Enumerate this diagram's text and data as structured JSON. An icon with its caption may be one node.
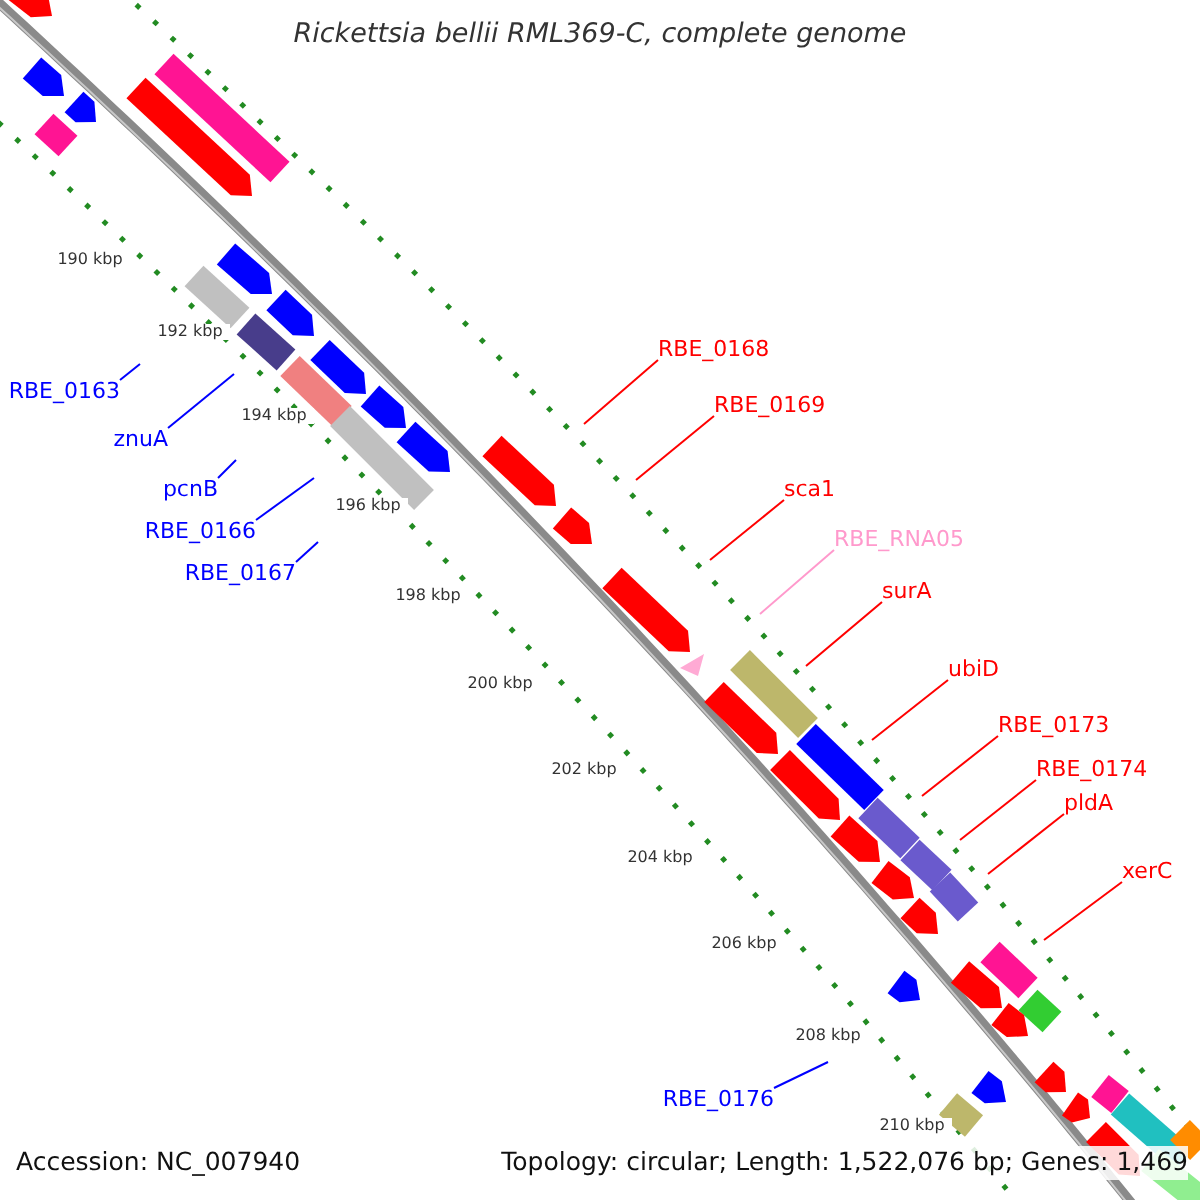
{
  "diagram": {
    "title": "Rickettsia bellii RML369-C, complete genome",
    "nodes": [
      {
        "text": [
          "RBE_0163"
        ]
      },
      {
        "text": [
          "znuA"
        ]
      },
      {
        "text": [
          "pcnB"
        ]
      },
      {
        "text": [
          "RBE_0166"
        ]
      },
      {
        "text": [
          "RBE_0167"
        ]
      },
      {
        "text": [
          "RBE_0168"
        ]
      },
      {
        "text": [
          "RBE_0169"
        ]
      },
      {
        "text": [
          "sca1"
        ]
      },
      {
        "text": [
          "RBE_RNA05"
        ]
      },
      {
        "text": [
          "surA"
        ]
      },
      {
        "text": [
          "ubiD"
        ]
      },
      {
        "text": [
          "RBE_0173"
        ]
      },
      {
        "text": [
          "RBE_0174"
        ]
      },
      {
        "text": [
          "pldA"
        ]
      },
      {
        "text": [
          "xerC"
        ]
      },
      {
        "text": [
          "RBE_0176"
        ]
      }
    ],
    "edges": [
      {
        "from": 0,
        "to": null,
        "arrow": "none",
        "color": "#0000ff"
      },
      {
        "from": 1,
        "to": null,
        "arrow": "none",
        "color": "#0000ff"
      },
      {
        "from": 2,
        "to": null,
        "arrow": "none",
        "color": "#0000ff"
      },
      {
        "from": 3,
        "to": null,
        "arrow": "none",
        "color": "#0000ff"
      },
      {
        "from": 4,
        "to": null,
        "arrow": "none",
        "color": "#0000ff"
      },
      {
        "from": 5,
        "to": null,
        "arrow": "none"
      },
      {
        "from": 6,
        "to": null,
        "arrow": "none"
      },
      {
        "from": 7,
        "to": null,
        "arrow": "none"
      },
      {
        "from": 8,
        "to": null,
        "arrow": "none",
        "color": "#ff99cc"
      },
      {
        "from": 9,
        "to": null,
        "arrow": "none"
      },
      {
        "from": 10,
        "to": null,
        "arrow": "none"
      },
      {
        "from": 11,
        "to": null,
        "arrow": "none"
      },
      {
        "from": 12,
        "to": null,
        "arrow": "none"
      },
      {
        "from": 13,
        "to": null,
        "arrow": "none"
      },
      {
        "from": 14,
        "to": null,
        "arrow": "none"
      },
      {
        "from": 15,
        "to": null,
        "arrow": "none",
        "color": "#0000ff"
      }
    ],
    "labels": [
      "190 kbp",
      "192 kbp",
      "194 kbp",
      "196 kbp",
      "198 kbp",
      "200 kbp",
      "202 kbp",
      "204 kbp",
      "206 kbp",
      "208 kbp",
      "210 kbp",
      "Accession: NC_007940",
      "Topology: circular; Length: 1,522,076 bp; Genes: 1,469"
    ]
  }
}
